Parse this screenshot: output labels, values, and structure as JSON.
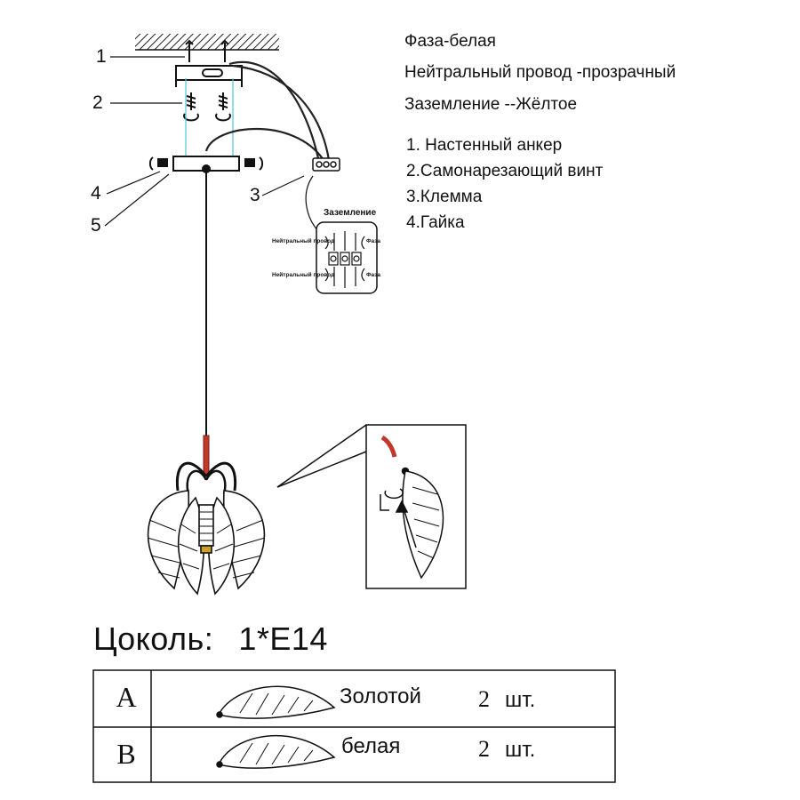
{
  "wiring": {
    "phase": "Фаза-белая",
    "neutral": "Нейтральный провод -прозрачный",
    "ground": "Заземление --Жёлтое"
  },
  "parts": [
    "1. Настенный анкер",
    "2.Самонарезающий винт",
    "3.Клемма",
    "4.Гайка"
  ],
  "callouts": [
    "1",
    "2",
    "3",
    "4",
    "5"
  ],
  "terminal": {
    "ground": "Заземление",
    "neutral_top": "Нейтральный провод",
    "neutral_bottom": "Нейтральный провод",
    "phase_top": "Фаза",
    "phase_bottom": "Фаза"
  },
  "base": {
    "label": "Цоколь:",
    "value": "1*E14"
  },
  "table": {
    "rows": [
      {
        "letter": "A",
        "name": "Золотой",
        "qty": "2",
        "unit": "шт."
      },
      {
        "letter": "B",
        "name": "белая",
        "qty": "2",
        "unit": "шт."
      }
    ]
  }
}
